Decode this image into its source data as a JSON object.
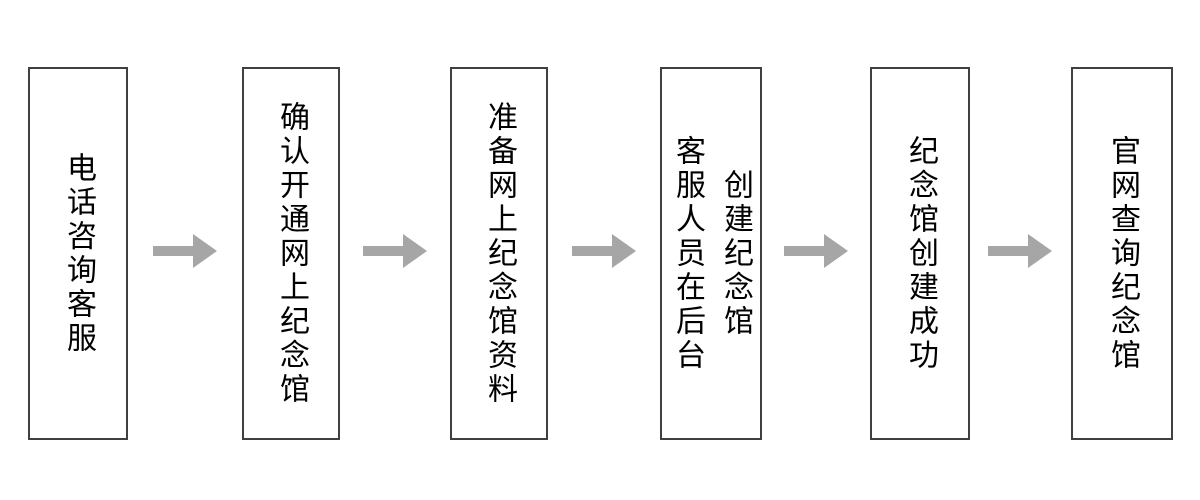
{
  "diagram": {
    "type": "flowchart",
    "direction": "left-to-right",
    "colors": {
      "background": "#ffffff",
      "box_fill": "#ffffff",
      "box_border": "#404040",
      "text": "#000000",
      "arrow": "#a6a6a6"
    },
    "steps": [
      {
        "label": "电话咨询客服"
      },
      {
        "label": "确认开通网上纪念馆"
      },
      {
        "label": "准备网上纪念馆资料"
      },
      {
        "label": "客服人员在后台\n创建纪念馆"
      },
      {
        "label": "纪念馆创建成功"
      },
      {
        "label": "官网查询纪念馆"
      }
    ],
    "connector": "right-arrow",
    "connector_count": 5
  }
}
